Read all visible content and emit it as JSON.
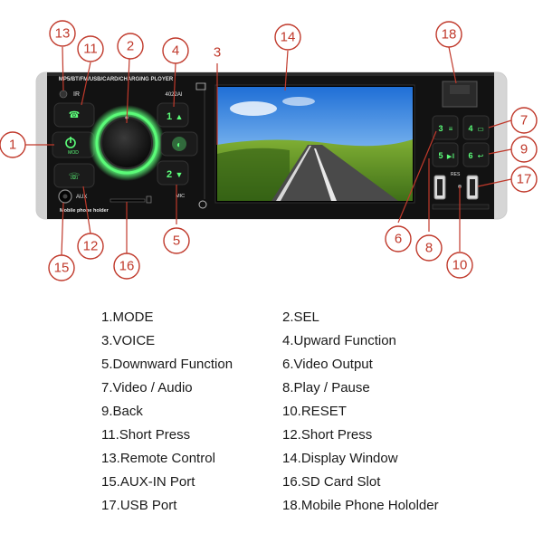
{
  "unit": {
    "brand_text": "MP5/BT/FM/USB/CARD/CHARGING PLOYER",
    "ir_label": "IR",
    "model_label": "4022AI",
    "aux_label": "AUX",
    "holder_label": "Mobile phone holder",
    "mic_label": "MIC",
    "res_label": "RES",
    "mode_label": "MOD",
    "key_labels": {
      "k1": "1",
      "k2": "2",
      "k3": "3",
      "k4": "4",
      "k5": "5",
      "k6": "6"
    }
  },
  "callouts": [
    "1",
    "2",
    "3",
    "4",
    "5",
    "6",
    "7",
    "8",
    "9",
    "10",
    "11",
    "12",
    "13",
    "14",
    "15",
    "16",
    "17",
    "18"
  ],
  "legend": [
    "1.MODE",
    "2.SEL",
    "3.VOICE",
    "4.Upward Function",
    "5.Downward Function",
    "6.Video Output",
    "7.Video / Audio",
    "8.Play / Pause",
    "9.Back",
    "10.RESET",
    "11.Short Press",
    "12.Short Press",
    "13.Remote Control",
    "14.Display Window",
    "15.AUX-IN Port",
    "16.SD Card Slot",
    "17.USB Port",
    "18.Mobile Phone Hololder"
  ],
  "colors": {
    "callout": "#c0392b",
    "panel": "#111111",
    "glow": "#5cff7a",
    "chrome": "#e9e9e9"
  }
}
